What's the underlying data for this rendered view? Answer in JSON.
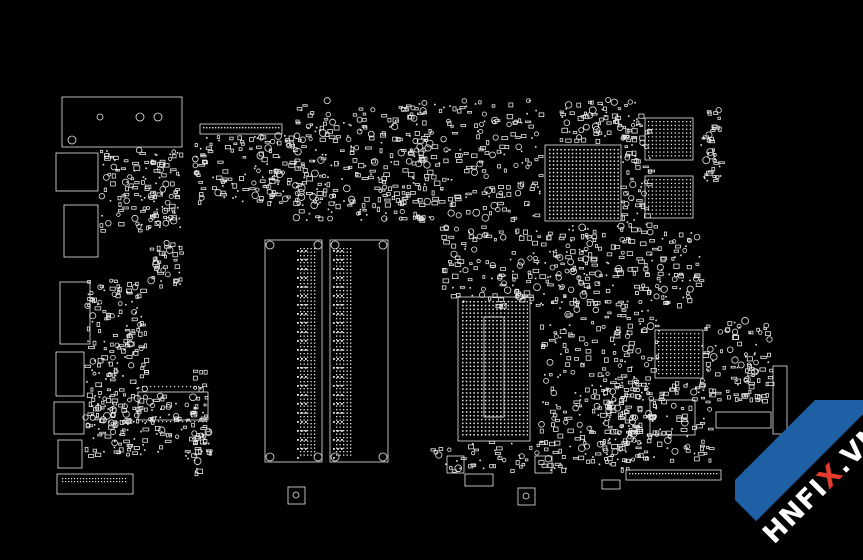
{
  "image": {
    "kind": "PCB boardview (component silkscreen outline)"
  },
  "colors": {
    "background": "#000000",
    "outline": "#e8e8e8",
    "watermark_band": "#1f5fa6",
    "watermark_text": "#ffffff",
    "watermark_accent": "#e53b2e"
  },
  "watermark": {
    "prefix": "HNFI",
    "accent": "X",
    "suffix": ".VN"
  }
}
